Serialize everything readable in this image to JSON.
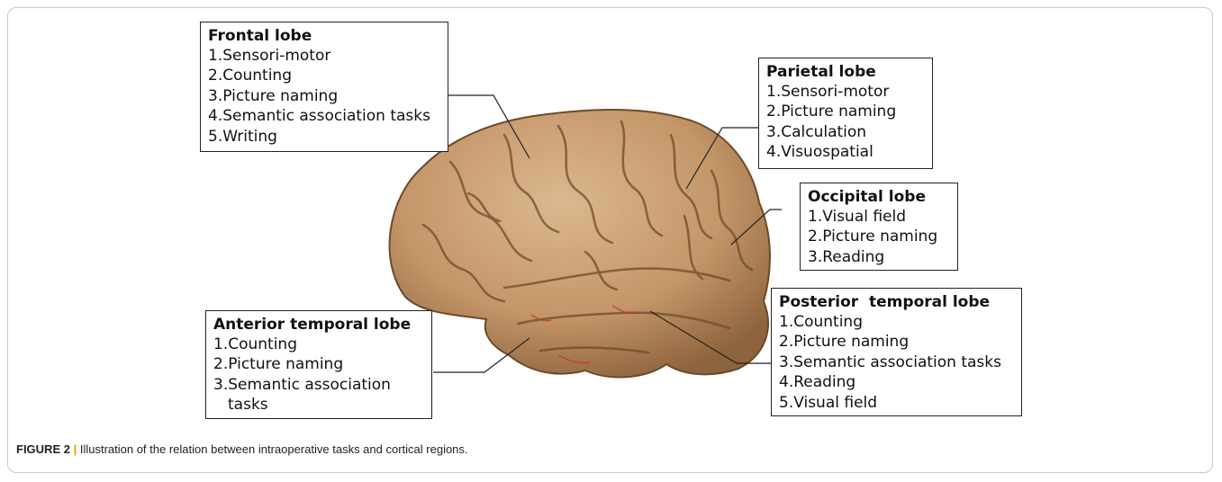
{
  "colors": {
    "brain_base": "#b8895a",
    "brain_light": "#d9b48a",
    "brain_dark": "#6e4a2a",
    "caption_accent": "#e0a100"
  },
  "frontal": {
    "title": "Frontal lobe",
    "items": [
      "1.Sensori-motor",
      "2.Counting",
      "3.Picture naming",
      "4.Semantic association tasks",
      "5.Writing"
    ]
  },
  "parietal": {
    "title": "Parietal lobe",
    "items": [
      "1.Sensori-motor",
      "2.Picture naming",
      "3.Calculation",
      "4.Visuospatial"
    ]
  },
  "occipital": {
    "title": "Occipital lobe",
    "items": [
      "1.Visual field",
      "2.Picture naming",
      "3.Reading"
    ]
  },
  "anterior": {
    "title": "Anterior temporal lobe",
    "items": [
      "1.Counting",
      "2.Picture naming",
      "3.Semantic association",
      "tasks"
    ]
  },
  "posterior": {
    "title": "Posterior  temporal lobe",
    "items": [
      "1.Counting",
      "2.Picture naming",
      "3.Semantic association tasks",
      "4.Reading",
      "5.Visual field"
    ]
  },
  "caption": {
    "label": "FIGURE 2",
    "sep": " | ",
    "text": "Illustration of the relation between intraoperative tasks and cortical regions."
  }
}
